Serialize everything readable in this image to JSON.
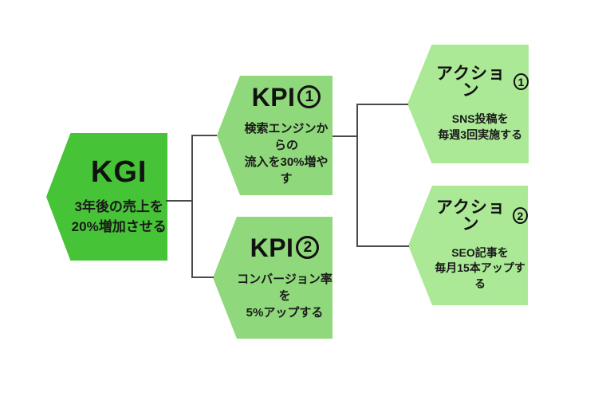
{
  "diagram": {
    "colors": {
      "kgi_fill": "#46c336",
      "kpi_fill": "#8fd87b",
      "action_fill": "#abe996",
      "connector": "#4a4a4a",
      "text": "#111111"
    },
    "nodes": {
      "kgi": {
        "title": "KGI",
        "lines": [
          "3年後の売上を",
          "20%増加させる"
        ]
      },
      "kpi1": {
        "title": "KPI",
        "number": "1",
        "lines": [
          "検索エンジンからの",
          "流入を30%増やす"
        ]
      },
      "kpi2": {
        "title": "KPI",
        "number": "2",
        "lines": [
          "コンバージョン率を",
          "5%アップする"
        ]
      },
      "action1": {
        "title": "アクション",
        "number": "1",
        "lines": [
          "SNS投稿を",
          "毎週3回実施する"
        ]
      },
      "action2": {
        "title": "アクション",
        "number": "2",
        "lines": [
          "SEO記事を",
          "毎月15本アップする"
        ]
      }
    }
  }
}
